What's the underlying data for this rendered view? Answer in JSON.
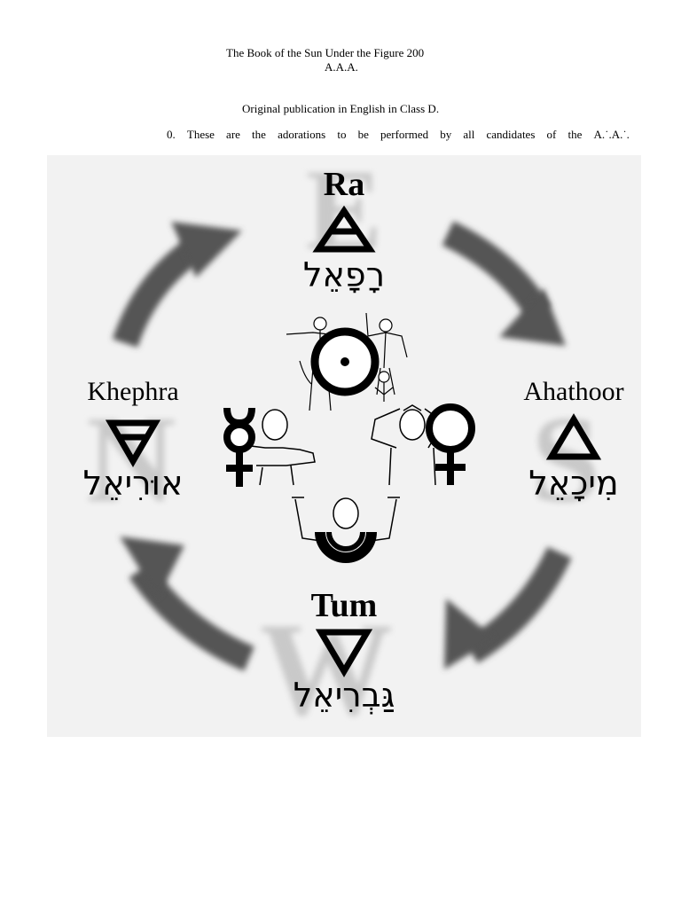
{
  "header": {
    "title": "The Book of the Sun Under the Figure 200",
    "subtitle": "A.A.A.",
    "publication_note": "Original publication in English in Class D."
  },
  "paragraph": {
    "words": [
      "0.",
      "These",
      "are",
      "the",
      "adorations",
      "to",
      "be",
      "performed",
      "by",
      "all",
      "candidates",
      "of",
      "the",
      "A.˙.A.˙."
    ]
  },
  "figure": {
    "compass": {
      "east": "E",
      "south": "S",
      "west": "W",
      "north": "N"
    },
    "stations": {
      "top": {
        "name": "Ra",
        "hebrew": "רָפָאֵל"
      },
      "right": {
        "name": "Ahathoor",
        "hebrew": "מִיכָאֵל"
      },
      "bottom": {
        "name": "Tum",
        "hebrew": "גַּבְרִיאֵל"
      },
      "left": {
        "name": "Khephra",
        "hebrew": "אוּרִיאֵל"
      }
    },
    "icons": [
      "fire-triangle-icon",
      "water-triangle-icon",
      "air-triangle-icon",
      "earth-triangle-icon",
      "sun-icon",
      "venus-icon",
      "mercury-icon",
      "moon-icon"
    ],
    "colors": {
      "background": "#f2f2f2",
      "arrow": "#555555",
      "compass_letter": "#c9c9c9",
      "ink": "#000000"
    }
  }
}
